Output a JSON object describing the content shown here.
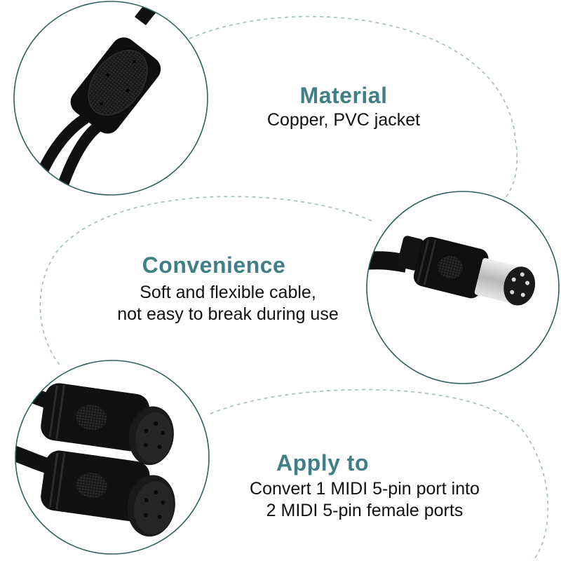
{
  "sections": [
    {
      "heading": "Material",
      "lines": [
        "Copper, PVC jacket"
      ]
    },
    {
      "heading": "Convenience",
      "lines": [
        "Soft and flexible cable,",
        "not easy to break during use"
      ]
    },
    {
      "heading": "Apply to",
      "lines": [
        "Convert 1 MIDI 5-pin port into",
        "2 MIDI 5-pin female ports"
      ]
    }
  ],
  "colors": {
    "heading": "#3f7f85",
    "circle_border": "#2f5f5f",
    "dashed_line": "#9fbcbc",
    "cable": "#111111",
    "metal": "#c8c8c8"
  },
  "icons": [
    "y-splitter-icon",
    "midi-male-plug-icon",
    "midi-female-jack-icon"
  ]
}
